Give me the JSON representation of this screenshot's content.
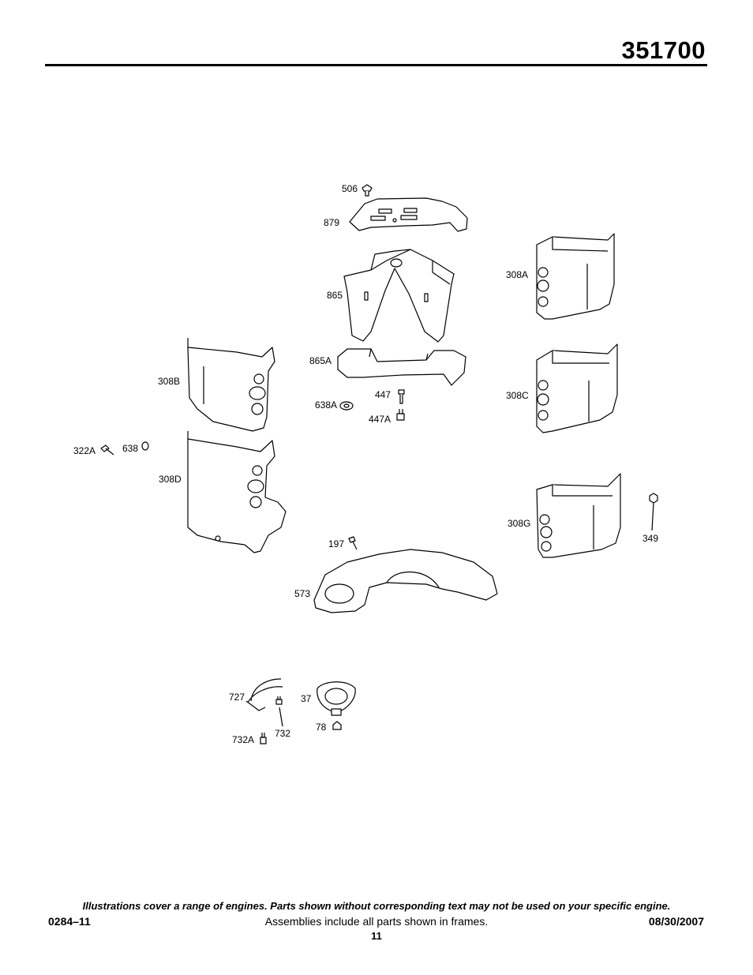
{
  "header": {
    "model_number": "351700"
  },
  "parts": {
    "p506": "506",
    "p879": "879",
    "p865": "865",
    "p865A": "865A",
    "p447": "447",
    "p638A": "638A",
    "p447A": "447A",
    "p308A": "308A",
    "p308B": "308B",
    "p308C": "308C",
    "p308D": "308D",
    "p308G": "308G",
    "p322A": "322A",
    "p638": "638",
    "p349": "349",
    "p197": "197",
    "p573": "573",
    "p727": "727",
    "p37": "37",
    "p78": "78",
    "p732": "732",
    "p732A": "732A"
  },
  "footer": {
    "disclaimer": "Illustrations cover a range of engines. Parts shown without corresponding text may not be used on your specific engine.",
    "form_number": "0284–11",
    "assemblies_note": "Assemblies include all parts shown in frames.",
    "date": "08/30/2007",
    "page_number": "11"
  }
}
